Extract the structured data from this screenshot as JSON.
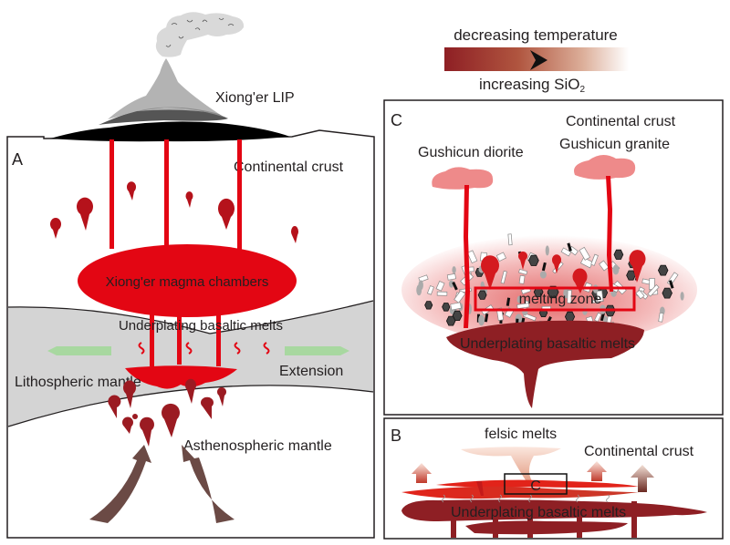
{
  "legend": {
    "top_label": "decreasing temperature",
    "bottom_label": "increasing SiO",
    "bottom_subscript": "2",
    "gradient_colors": [
      "#8e1f24",
      "#b0553f",
      "#d9a58e",
      "#ffffff"
    ],
    "arrow_icon": "right-arrowhead-icon"
  },
  "panel_a": {
    "letter": "A",
    "volcano_label": "Xiong'er LIP",
    "crust_label": "Continental crust",
    "chamber_label": "Xiong'er magma chambers",
    "underplating_label": "Underplating basaltic melts",
    "litho_label": "Lithospheric mantle",
    "extension_label": "Extension",
    "astheno_label": "Asthenospheric mantle"
  },
  "panel_c": {
    "letter": "C",
    "crust_label": "Continental crust",
    "granite_label": "Gushicun granite",
    "diorite_label": "Gushicun diorite",
    "melting_label": "melting zone",
    "underplating_label": "Underplating basaltic melts"
  },
  "panel_b": {
    "letter": "B",
    "felsic_label": "felsic melts",
    "crust_label": "Continental crust",
    "inset_label": "C",
    "underplating_label": "Underplating basaltic melts"
  },
  "colors": {
    "magma_red": "#e30613",
    "dark_red": "#8e1f24",
    "drop_red": "#b5121b",
    "mantle_gray": "#d4d4d4",
    "extension_green": "#a8d8a0",
    "upwelling_brown": "#6b4a45",
    "granite_pink": "#ee8a8a"
  }
}
